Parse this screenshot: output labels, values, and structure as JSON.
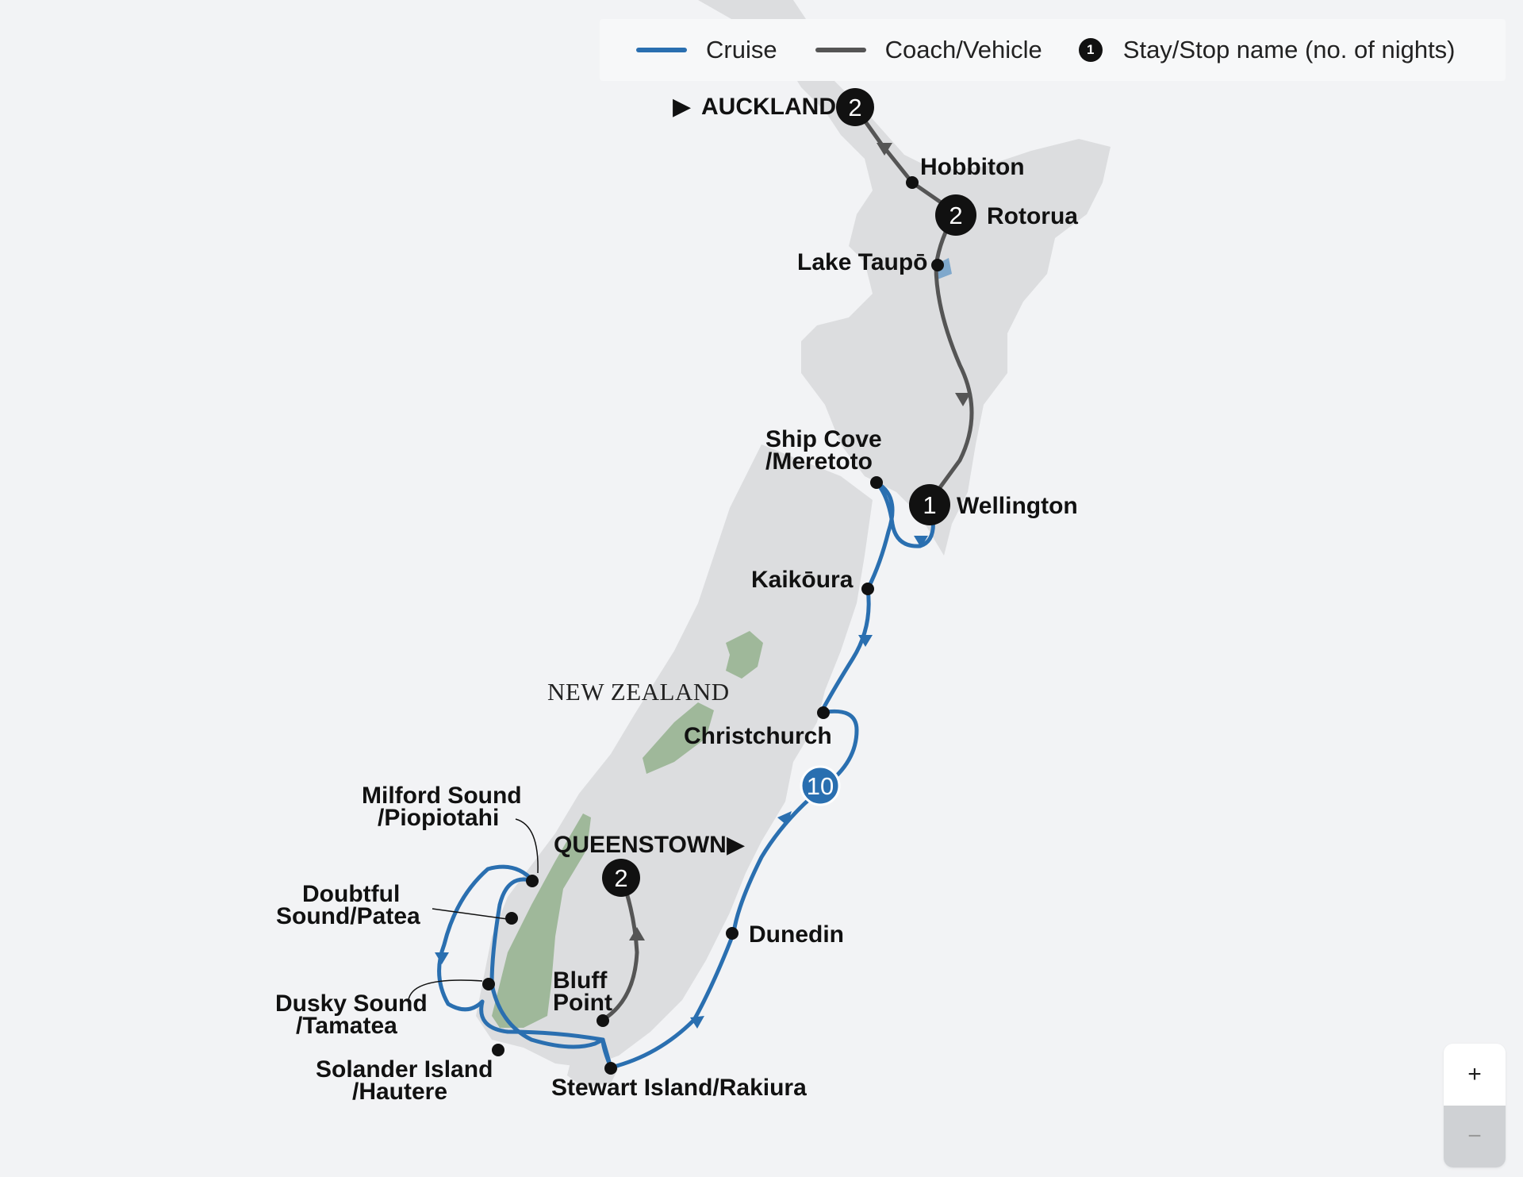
{
  "legend": {
    "cruise_label": "Cruise",
    "coach_label": "Coach/Vehicle",
    "stay_label": "Stay/Stop name (no. of nights)",
    "stay_icon_number": "1"
  },
  "colors": {
    "cruise": "#2a6fb0",
    "coach": "#555555",
    "land": "#dcdddf",
    "sea": "#f2f3f5",
    "park": "#9fb89a",
    "stop": "#111111"
  },
  "map": {
    "country_label": "NEW ZEALAND",
    "start_marker": "▶",
    "end_marker": "▶",
    "stays": [
      {
        "name": "AUCKLAND",
        "nights": "2"
      },
      {
        "name": "Rotorua",
        "nights": "2"
      },
      {
        "name": "Wellington",
        "nights": "1"
      },
      {
        "name": "QUEENSTOWN",
        "nights": "2"
      },
      {
        "name": "Cruise",
        "nights": "10"
      }
    ],
    "stops": [
      {
        "name": "Hobbiton"
      },
      {
        "name": "Lake Taupō"
      },
      {
        "name_line1": "Ship Cove",
        "name_line2": "/Meretoto"
      },
      {
        "name": "Kaikōura"
      },
      {
        "name": "Christchurch"
      },
      {
        "name": "Dunedin"
      },
      {
        "name": "Stewart Island/Rakiura"
      },
      {
        "name_line1": "Bluff",
        "name_line2": "Point"
      },
      {
        "name_line1": "Solander Island",
        "name_line2": "/Hautere"
      },
      {
        "name_line1": "Dusky Sound",
        "name_line2": "/Tamatea"
      },
      {
        "name_line1": "Doubtful",
        "name_line2": "Sound/Patea"
      },
      {
        "name_line1": "Milford Sound",
        "name_line2": "/Piopiotahi"
      }
    ]
  },
  "zoom": {
    "in_label": "+",
    "out_label": "−"
  }
}
